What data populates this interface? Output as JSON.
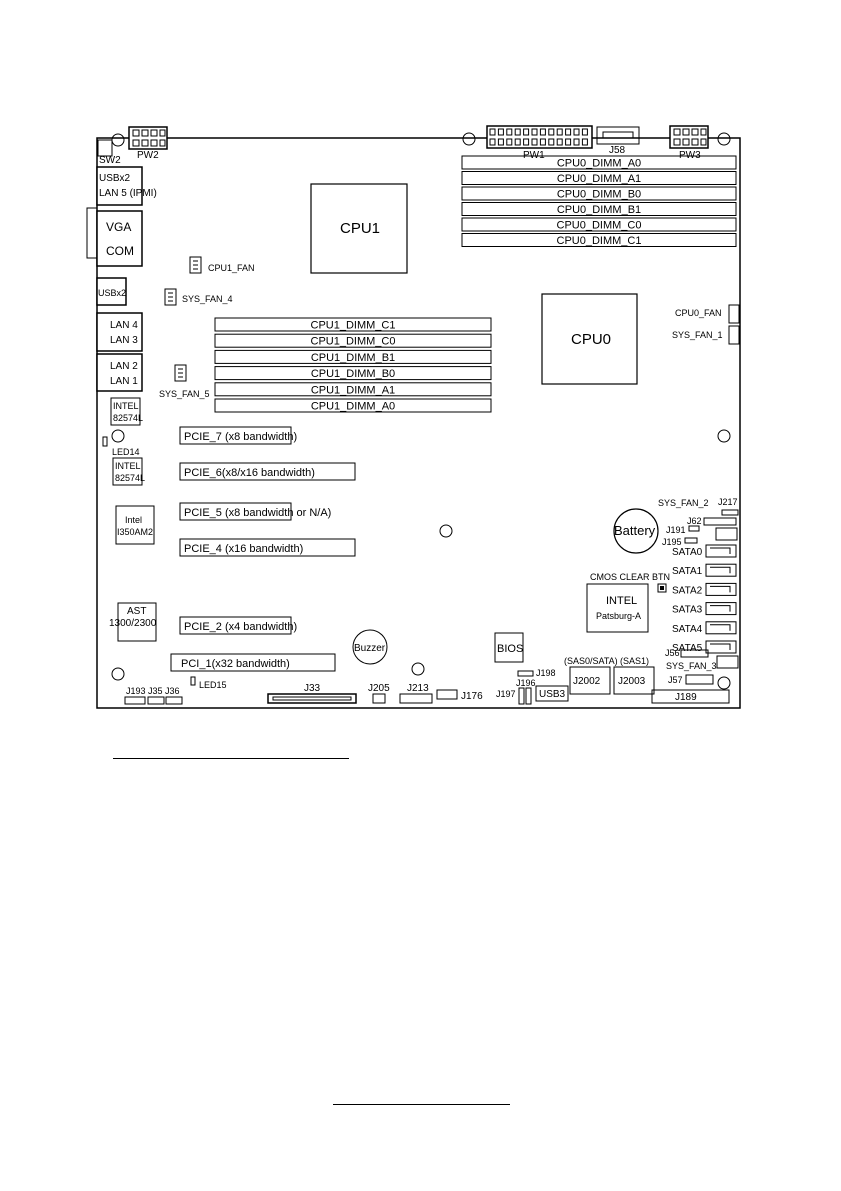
{
  "labels": {
    "sw2": "SW2",
    "pw2": "PW2",
    "pw1": "PW1",
    "j58": "J58",
    "pw3": "PW3",
    "usb_lan5_a": "USBx2",
    "usb_lan5_b": "LAN 5 (IPMI)",
    "vga": "VGA",
    "com": "COM",
    "cpu1": "CPU1",
    "cpu0": "CPU0",
    "cpu1_fan": "CPU1_FAN",
    "usbx2": "USBx2",
    "sys_fan_4": "SYS_FAN_4",
    "lan4": "LAN 4",
    "lan3": "LAN 3",
    "lan2": "LAN 2",
    "lan1": "LAN 1",
    "sys_fan_5": "SYS_FAN_5",
    "cpu0_fan": "CPU0_FAN",
    "sys_fan_1": "SYS_FAN_1",
    "intel1_a": "INTEL",
    "intel1_b": "82574L",
    "led14": "LED14",
    "intel2_a": "INTEL",
    "intel2_b": "82574L",
    "intel3_a": "Intel",
    "intel3_b": "I350AM2",
    "pcie7": "PCIE_7 (x8 bandwidth)",
    "pcie6": "PCIE_6(x8/x16 bandwidth)",
    "pcie5": "PCIE_5 (x8 bandwidth or N/A)",
    "pcie4": "PCIE_4 (x16 bandwidth)",
    "pcie2": "PCIE_2 (x4 bandwidth)",
    "pci1": "PCI_1(x32 bandwidth)",
    "ast_a": "AST",
    "ast_b": "1300/2300",
    "sys_fan_2": "SYS_FAN_2",
    "j217": "J217",
    "j62": "J62",
    "j191": "J191",
    "j195": "J195",
    "battery": "Battery",
    "cmos": "CMOS CLEAR BTN",
    "pch_a": "INTEL",
    "pch_b": "Patsburg-A",
    "sata0": "SATA0",
    "sata1": "SATA1",
    "sata2": "SATA2",
    "sata3": "SATA3",
    "sata4": "SATA4",
    "sata5": "SATA5",
    "j56": "J56",
    "sys_fan_3": "SYS_FAN_3",
    "j57": "J57",
    "buzzer": "Buzzer",
    "bios": "BIOS",
    "j198": "J198",
    "j196": "J196",
    "j197": "J197",
    "usb3": "USB3",
    "sas0": "(SAS0/SATA)",
    "sas1": "(SAS1)",
    "j2002": "J2002",
    "j2003": "J2003",
    "j189": "J189",
    "j193": "J193",
    "j35": "J35",
    "j36": "J36",
    "led15": "LED15",
    "j33": "J33",
    "j205": "J205",
    "j213": "J213",
    "j176": "J176"
  },
  "cpu0_dimms": [
    "CPU0_DIMM_A0",
    "CPU0_DIMM_A1",
    "CPU0_DIMM_B0",
    "CPU0_DIMM_B1",
    "CPU0_DIMM_C0",
    "CPU0_DIMM_C1"
  ],
  "cpu1_dimms": [
    "CPU1_DIMM_C1",
    "CPU1_DIMM_C0",
    "CPU1_DIMM_B1",
    "CPU1_DIMM_B0",
    "CPU1_DIMM_A1",
    "CPU1_DIMM_A0"
  ]
}
